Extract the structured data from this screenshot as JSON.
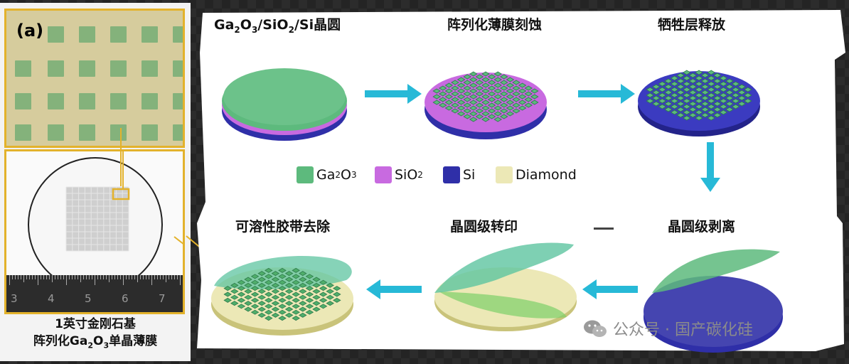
{
  "panel_label": "(a)",
  "left_caption": {
    "line1": "1英寸金刚石基",
    "line2_prefix": "阵列化Ga",
    "line2_sub1": "2",
    "line2_mid": "O",
    "line2_sub2": "3",
    "line2_suffix": "单晶薄膜"
  },
  "ruler_numbers": [
    "3",
    "4",
    "5",
    "6",
    "7"
  ],
  "steps": {
    "s1": {
      "prefix": "Ga",
      "sub1": "2",
      "mid1": "O",
      "sub2": "3",
      "rest": "/SiO",
      "sub3": "2",
      "tail": "/Si晶圆"
    },
    "s2": "阵列化薄膜刻蚀",
    "s3": "牺牲层释放",
    "s4": "晶圆级剥离",
    "s5": "晶圆级转印",
    "s6": "可溶性胶带去除"
  },
  "legend": [
    {
      "label": "Ga",
      "sub1": "2",
      "mid": "O",
      "sub2": "3",
      "color": "#5dba7d"
    },
    {
      "label": "SiO",
      "sub1": "2",
      "mid": "",
      "sub2": "",
      "color": "#c86ae0"
    },
    {
      "label": "Si",
      "sub1": "",
      "mid": "",
      "sub2": "",
      "color": "#2f2fa8"
    },
    {
      "label": "Diamond",
      "sub1": "",
      "mid": "",
      "sub2": "",
      "color": "#ece8b6"
    }
  ],
  "watermark": "公众号 · 国产碳化硅",
  "colors": {
    "ga2o3": "#5dba7d",
    "sio2": "#c86ae0",
    "si": "#2f2fa8",
    "diamond": "#ece8b6",
    "arrow": "#27b9d7",
    "highlight": "#e3b22b"
  }
}
